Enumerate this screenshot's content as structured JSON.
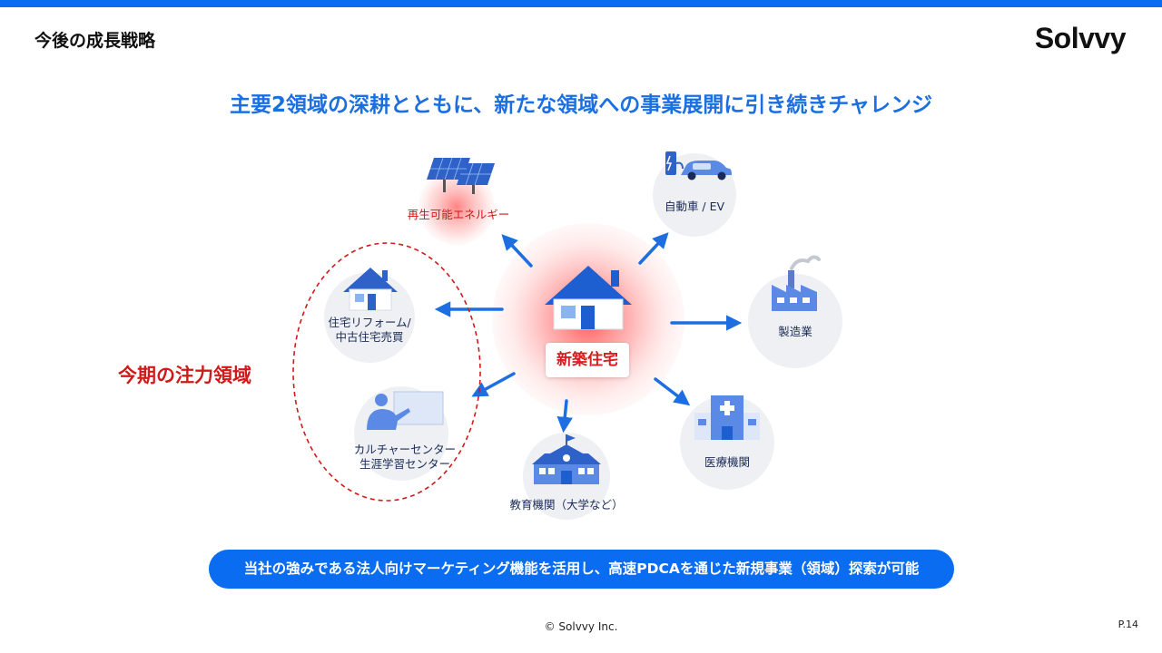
{
  "header": {
    "section_title": "今後の成長戦略",
    "logo_text": "Solvvy"
  },
  "headline": "主要2領域の深耕とともに、新たな領域への事業展開に引き続きチャレンジ",
  "center": {
    "label": "新築住宅"
  },
  "nodes": {
    "energy": "再生可能エネルギー",
    "ev": "自動車 / EV",
    "manufacturing": "製造業",
    "medical": "医療機関",
    "education": "教育機関（大学など）",
    "reform_line1": "住宅リフォーム/",
    "reform_line2": "中古住宅売買",
    "culture_line1": "カルチャーセンター",
    "culture_line2": "生涯学習センター"
  },
  "focus_area_label": "今期の注力領域",
  "banner": "当社の強みである法人向けマーケティング機能を活用し、高速PDCAを通じた新規事業（領域）探索が可能",
  "footer": {
    "copyright": "© Solvvy Inc.",
    "page_number": "P.14"
  },
  "colors": {
    "accent_blue": "#0a6cf0",
    "headline_blue": "#1b6fe0",
    "emphasis_red": "#d21919",
    "node_gray": "#eef0f3"
  },
  "icons": [
    "solar-panel-icon",
    "ev-charger-car-icon",
    "factory-icon",
    "hospital-icon",
    "school-icon",
    "house-icon",
    "teacher-whiteboard-icon",
    "new-house-icon"
  ]
}
